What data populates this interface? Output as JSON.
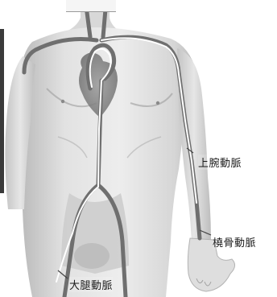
{
  "labels": {
    "brachial": "上腕動脈",
    "radial": "橈骨動脈",
    "femoral": "大腿動脈"
  },
  "colors": {
    "skin_light": "#ededed",
    "skin_mid": "#cfcfcf",
    "skin_shadow": "#a9a9a9",
    "artery": "#6f6f6f",
    "catheter": "#ffffff"
  }
}
